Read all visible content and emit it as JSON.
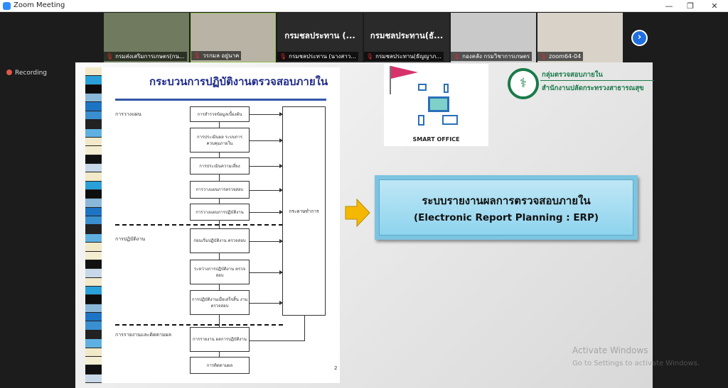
{
  "window": {
    "title": "Zoom Meeting",
    "controls": [
      "—",
      "❐",
      "✕"
    ]
  },
  "recording": "Recording",
  "participants": [
    {
      "caption": "กรมส่งเสริมการเกษตร(กน...",
      "big": "",
      "bg": "#6f7a5e"
    },
    {
      "caption": "วรกมล  อยู่นาค",
      "big": "",
      "bg": "#b9b3a6",
      "active": true
    },
    {
      "caption": "กรมชลประทาน (นางสาว...",
      "big": "กรมชลประทาน (...",
      "bg": "#2a2a2a"
    },
    {
      "caption": "กรมชลประทาน(ธัญญาภ...",
      "big": "กรมชลประทาน(ธั...",
      "bg": "#2a2a2a"
    },
    {
      "caption": "กองคลัง กรมวิชาการเกษตร",
      "big": "",
      "bg": "#c9c9c9"
    },
    {
      "caption": "zoom64-04",
      "big": "",
      "bg": "#d8d2c8"
    }
  ],
  "next_label": "›",
  "doc": {
    "title": "กระบวนการปฏิบัติงานตรวจสอบภายใน",
    "sections": [
      "การวางแผน",
      "การปฏิบัติงาน",
      "การรายงานและติดตามผล"
    ],
    "steps": [
      "การสำรวจข้อมูลเบื้องต้น",
      "การประเมินผล ระบบการควบคุมภายใน",
      "การประเมินความเสี่ยง",
      "การวางแผนการตรวจสอบ",
      "การวางแผนการปฏิบัติงาน",
      "ก่อนเริ่มปฏิบัติงาน ตรวจสอบ",
      "ระหว่างการปฏิบัติงาน ตรวจสอบ",
      "การปฏิบัติงานเมื่อเสร็จสิ้น งานตรวจสอบ",
      "การรายงาน ผลการปฏิบัติงาน",
      "การติดตามผล"
    ],
    "working_papers": "กระดาษทำการ",
    "page": "2"
  },
  "smart_office": "SMART OFFICE",
  "org": {
    "line1": "กลุ่มตรวจสอบภายใน",
    "line2": "สำนักงานปลัดกระทรวงสาธารณสุข"
  },
  "banner": {
    "line1": "ระบบรายงานผลการตรวจสอบภายใน",
    "line2": "(Electronic Report Planning : ERP)"
  },
  "watermark": {
    "title": "Activate Windows",
    "sub": "Go to Settings to activate Windows."
  }
}
